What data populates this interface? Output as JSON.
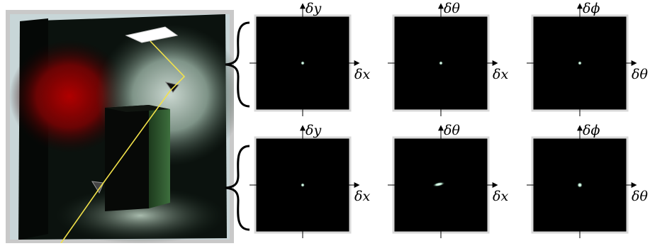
{
  "figure": {
    "rows": [
      {
        "plots": [
          {
            "x_label": "δx",
            "y_label": "δy",
            "spot": "dot"
          },
          {
            "x_label": "δx",
            "y_label": "δθ",
            "spot": "dot"
          },
          {
            "x_label": "δθ",
            "y_label": "δϕ",
            "spot": "dot"
          }
        ]
      },
      {
        "plots": [
          {
            "x_label": "δx",
            "y_label": "δy",
            "spot": "dot"
          },
          {
            "x_label": "δx",
            "y_label": "δθ",
            "spot": "streak"
          },
          {
            "x_label": "δθ",
            "y_label": "δϕ",
            "spot": "bright-dot"
          }
        ]
      }
    ]
  },
  "colors": {
    "plot_background": "#000000",
    "plot_border": "#d9d9d9",
    "path_line": "#f2e24a",
    "red_wall": "#9a0808",
    "green_wall": "#2c5a2c"
  }
}
